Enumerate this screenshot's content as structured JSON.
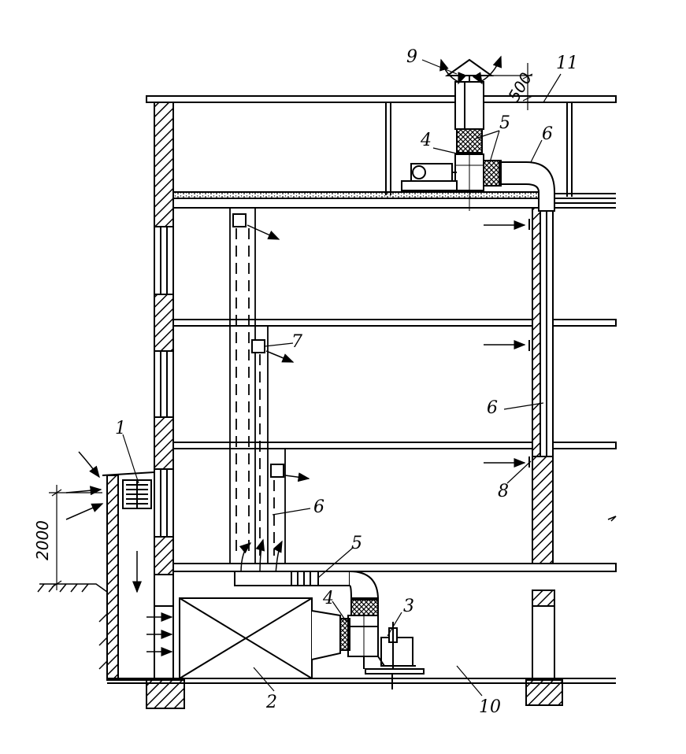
{
  "labels": {
    "n1": "1",
    "n2": "2",
    "n3": "3",
    "n4_top": "4",
    "n4_bottom": "4",
    "n5_top": "5",
    "n5_bottom": "5",
    "n6_top": "6",
    "n6_right": "6",
    "n6_left": "6",
    "n7": "7",
    "n8": "8",
    "n9": "9",
    "n10": "10",
    "n11": "11"
  },
  "dimensions": {
    "height_left": "2000",
    "height_top": "500"
  }
}
